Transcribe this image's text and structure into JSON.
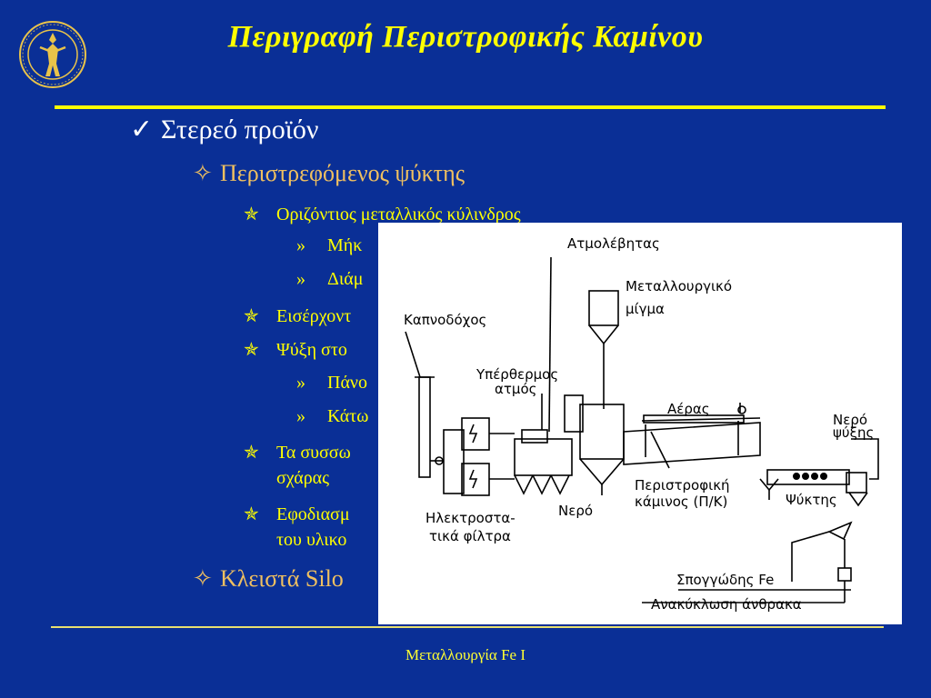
{
  "slide": {
    "title": "Περιγραφή Περιστροφικής Καμίνου",
    "footer": "Μεταλλουργία Fe I"
  },
  "logo": {
    "icon": "university-seal-icon"
  },
  "bullets": {
    "l1": {
      "mark": "✓",
      "text": "Στερεό προϊόν"
    },
    "l2a": {
      "mark": "✧",
      "text": "Περιστρεφόμενος ψύκτης"
    },
    "l3a": {
      "mark": "✯",
      "text": "Οριζόντιος μεταλλικός κύλινδρος"
    },
    "l4a": {
      "mark": "»",
      "text": "Μήκ"
    },
    "l4b": {
      "mark": "»",
      "text": "Διάμ"
    },
    "l3b": {
      "mark": "✯",
      "text": "Εισέρχοντ"
    },
    "l3c": {
      "mark": "✯",
      "text": "Ψύξη στο"
    },
    "l4c": {
      "mark": "»",
      "text": "Πάνο"
    },
    "l4d": {
      "mark": "»",
      "text": "Κάτω"
    },
    "l3d": {
      "mark": "✯",
      "text": "Τα συσσω",
      "text2": "σχάρας"
    },
    "l3e": {
      "mark": "✯",
      "text": "Εφοδιασμ",
      "text2": "του υλικο"
    },
    "l2b": {
      "mark": "✧",
      "text": "Κλειστά Silo"
    }
  },
  "diagram": {
    "labels": {
      "atmolebitas": "Ατμολέβητας",
      "metallourgiko": "Μεταλλουργικό",
      "migma": "μίγμα",
      "kapnodoxos": "Καπνοδόχος",
      "yperthermos": "Υπέρθερμος",
      "atmos": "ατμός",
      "aeras": "Αέρας",
      "nero_psyxis": "Νερό",
      "psyxis": "ψύξης",
      "peristrofiki": "Περιστροφική",
      "kaminos": "κάμινος (Π/Κ)",
      "psyktis": "Ψύκτης",
      "nero": "Νερό",
      "ilektrostatika": "Ηλεκτροστα-",
      "filtra": "τικά φίλτρα",
      "spoggodis": "Σπογγώδης Fe",
      "anakyklosi": "Ανακύκλωση άνθρακα"
    }
  }
}
